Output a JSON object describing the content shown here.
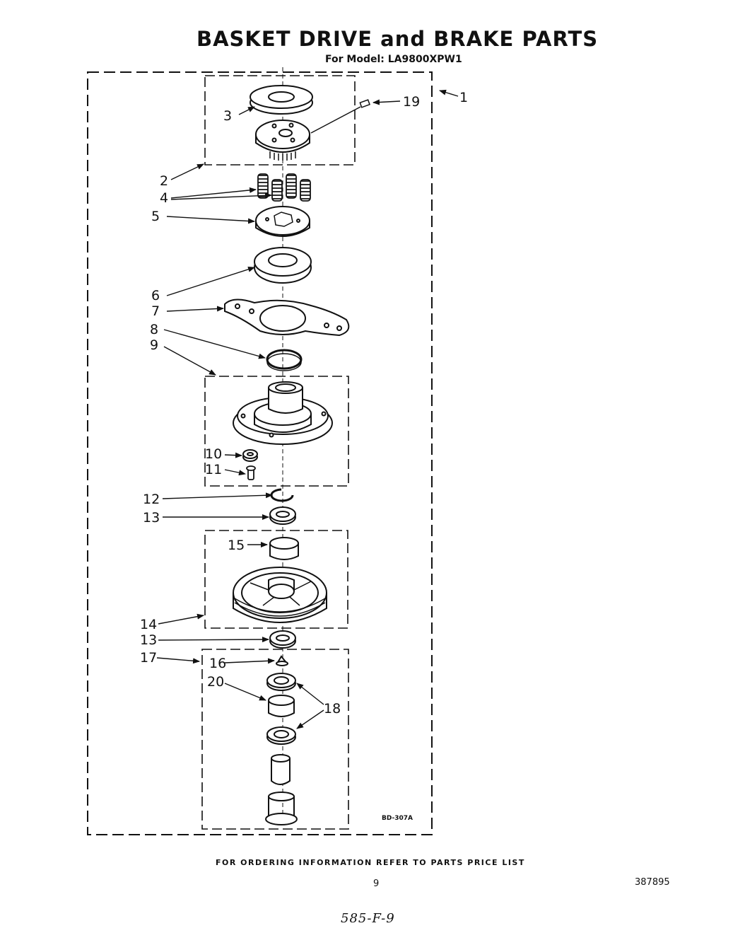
{
  "title": "BASKET DRIVE and BRAKE PARTS",
  "subtitle": "For Model: LA9800XPW1",
  "figure_code": "BD-307A",
  "footer_note": "FOR ORDERING INFORMATION REFER TO PARTS PRICE LIST",
  "page_number": "9",
  "document_number": "387895",
  "handwritten_note": "585-F-9",
  "callouts": {
    "c1": "1",
    "c2": "2",
    "c3": "3",
    "c4": "4",
    "c5": "5",
    "c6": "6",
    "c7": "7",
    "c8": "8",
    "c9": "9",
    "c10": "10",
    "c11": "11",
    "c12": "12",
    "c13a": "13",
    "c13b": "13",
    "c14": "14",
    "c15": "15",
    "c16": "16",
    "c17": "17",
    "c18": "18",
    "c19": "19",
    "c20": "20"
  }
}
